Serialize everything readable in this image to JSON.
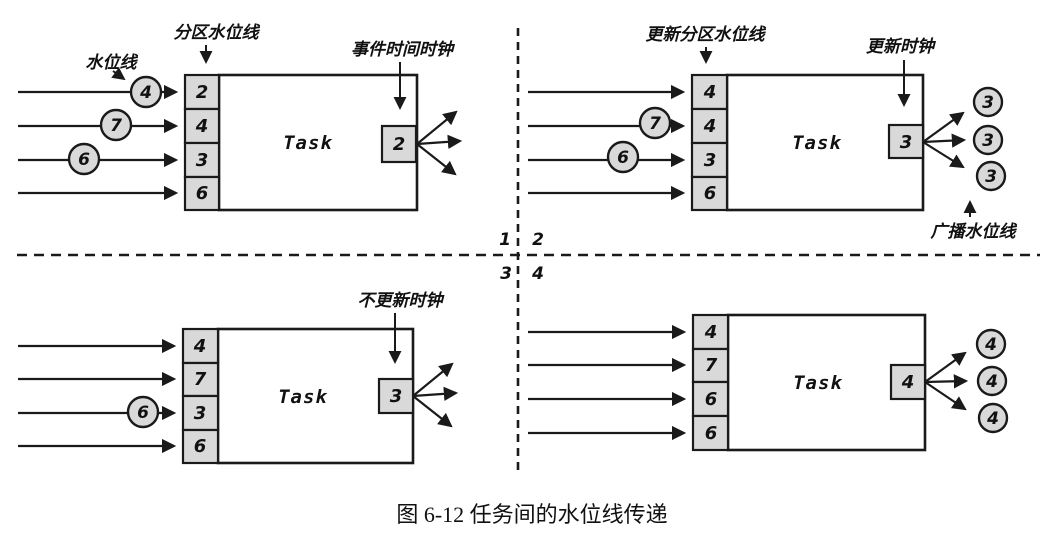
{
  "caption": "图 6-12  任务间的水位线传递",
  "colors": {
    "slot_fill": "#d9d9d9",
    "line": "#1a1a1a",
    "background": "#ffffff"
  },
  "q1": {
    "number": "1",
    "label_watermark": "水位线",
    "label_partition": "分区水位线",
    "label_clock": "事件时间时钟",
    "task": "Task",
    "slots": [
      "2",
      "4",
      "3",
      "6"
    ],
    "circles": [
      "4",
      "7",
      "6"
    ],
    "output": "2"
  },
  "q2": {
    "number": "2",
    "label_partition": "更新分区水位线",
    "label_clock": "更新时钟",
    "label_broadcast": "广播水位线",
    "task": "Task",
    "slots": [
      "4",
      "4",
      "3",
      "6"
    ],
    "circles": [
      "7",
      "6"
    ],
    "output": "3",
    "out_circles": [
      "3",
      "3",
      "3"
    ]
  },
  "q3": {
    "number": "3",
    "label_clock": "不更新时钟",
    "task": "Task",
    "slots": [
      "4",
      "7",
      "3",
      "6"
    ],
    "circles": [
      "6"
    ],
    "output": "3"
  },
  "q4": {
    "number": "4",
    "task": "Task",
    "slots": [
      "4",
      "7",
      "6",
      "6"
    ],
    "output": "4",
    "out_circles": [
      "4",
      "4",
      "4"
    ]
  }
}
